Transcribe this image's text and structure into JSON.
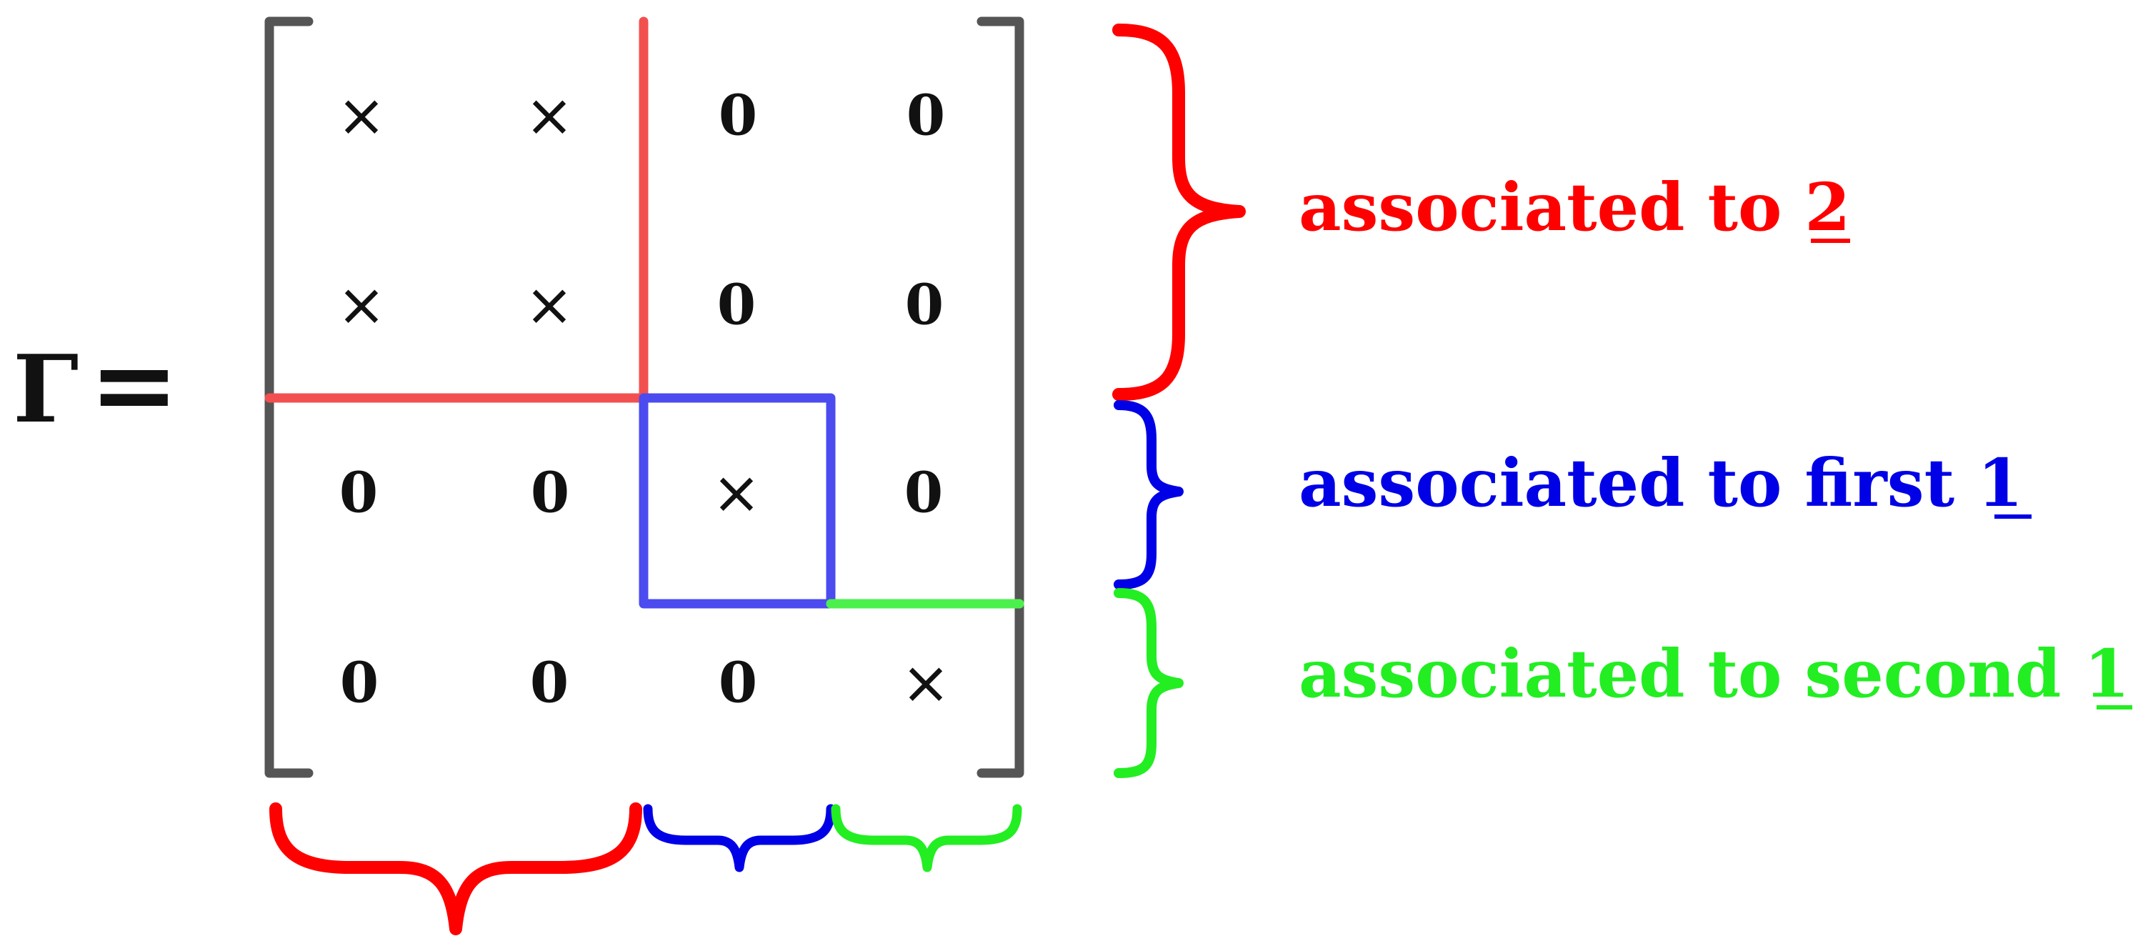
{
  "equation": {
    "symbol": "Γ",
    "equals": "="
  },
  "matrix": {
    "rows": [
      [
        "×",
        "×",
        "0",
        "0"
      ],
      [
        "×",
        "×",
        "0",
        "0"
      ],
      [
        "0",
        "0",
        "×",
        "0"
      ],
      [
        "0",
        "0",
        "0",
        "×"
      ]
    ]
  },
  "blocks": [
    {
      "text": "associated to ",
      "irrep": "2",
      "color": "#ff0000",
      "line_color": "#f25050"
    },
    {
      "text": "associated to first ",
      "irrep": "1",
      "color": "#0000e6",
      "line_color": "#4b4bf0"
    },
    {
      "text": "associated to second ",
      "irrep": "1",
      "color": "#22ee22",
      "line_color": "#4cf04c"
    }
  ],
  "colors": {
    "bracket": "#555555",
    "text": "#111111"
  }
}
